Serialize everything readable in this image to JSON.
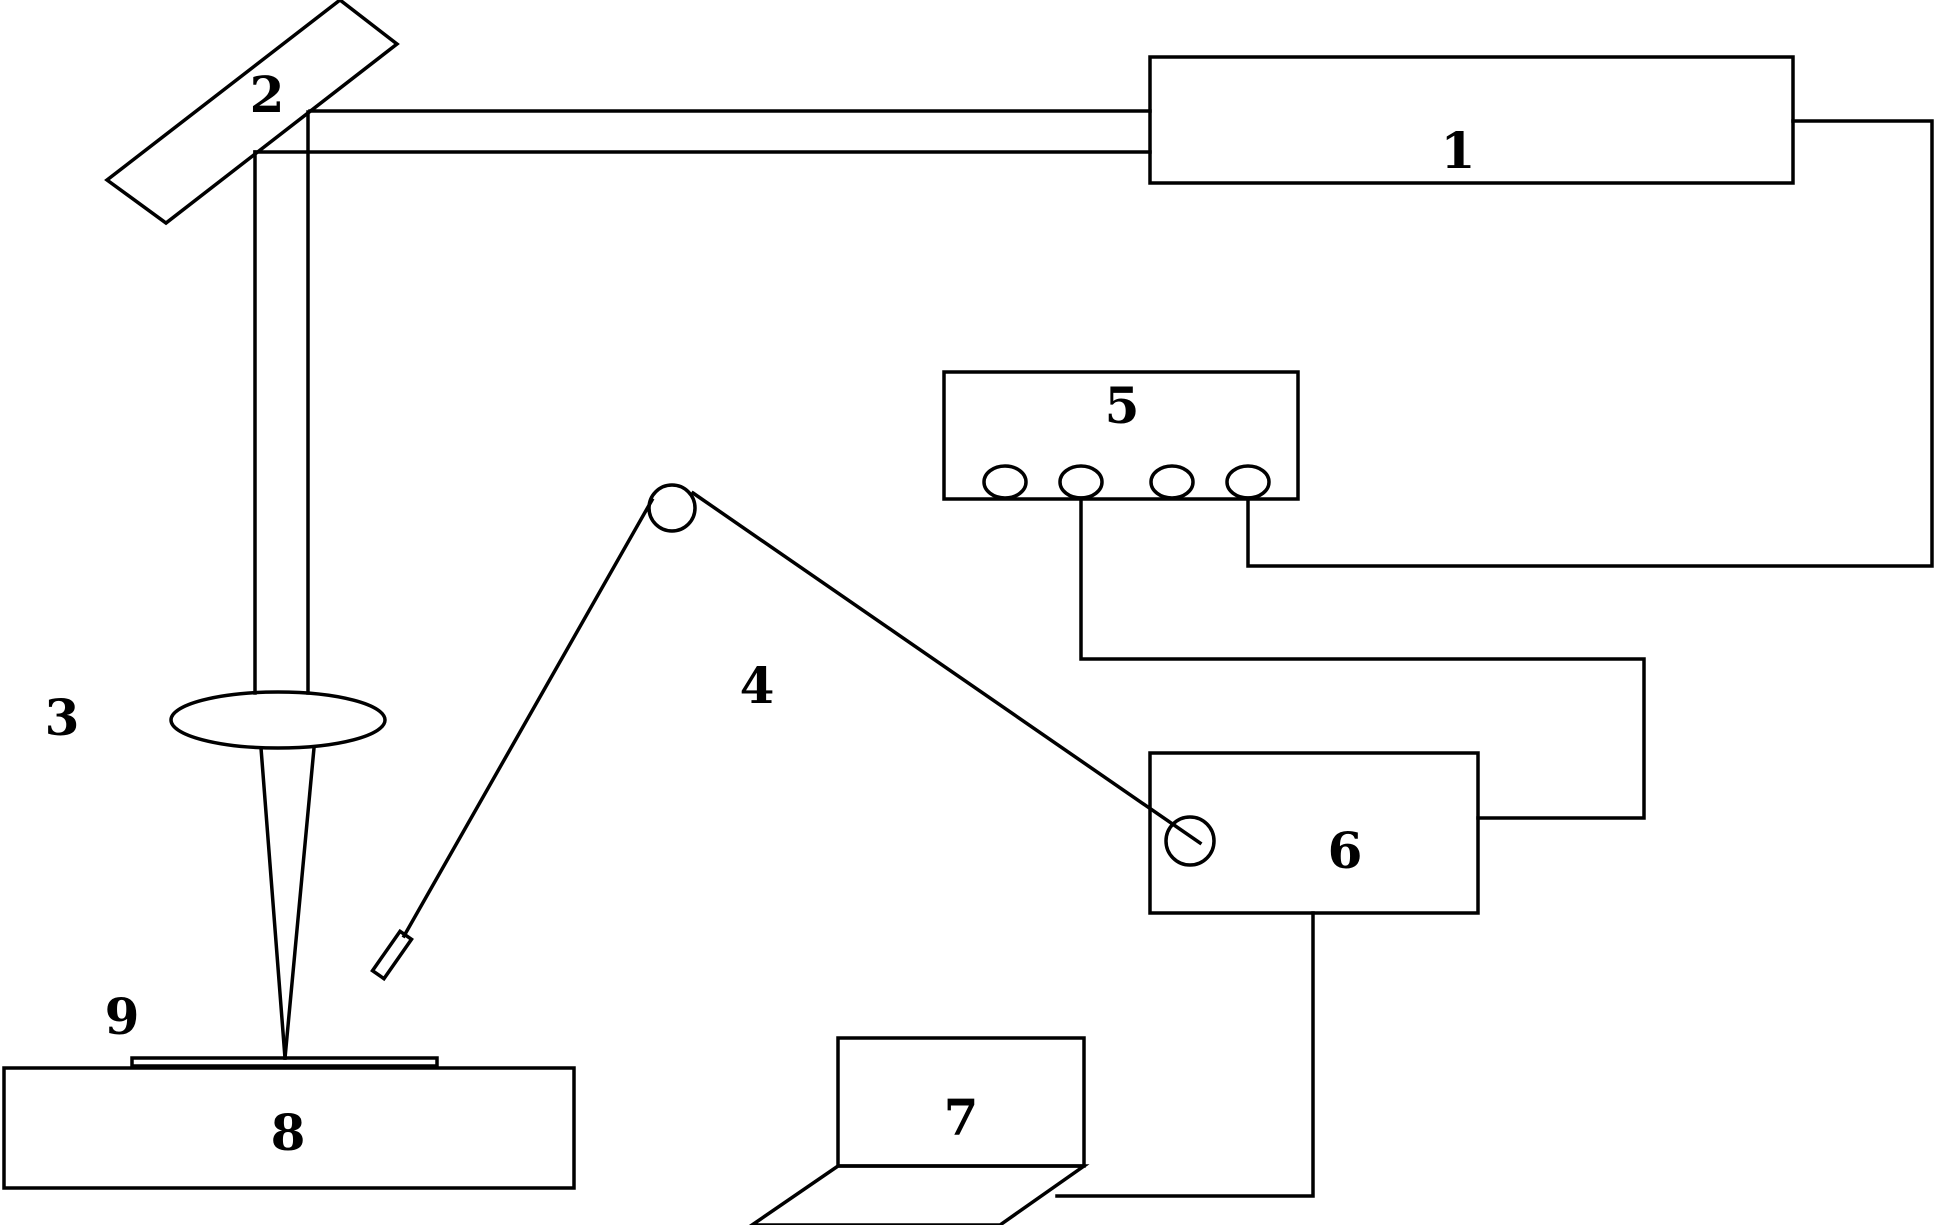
{
  "labels": {
    "laser": "1",
    "mirror": "2",
    "lens": "3",
    "fiber": "4",
    "delay_generator": "5",
    "spectrometer": "6",
    "computer": "7",
    "stage": "8",
    "sample": "9"
  },
  "colors": {
    "stroke": "#000000",
    "background": "#ffffff"
  }
}
